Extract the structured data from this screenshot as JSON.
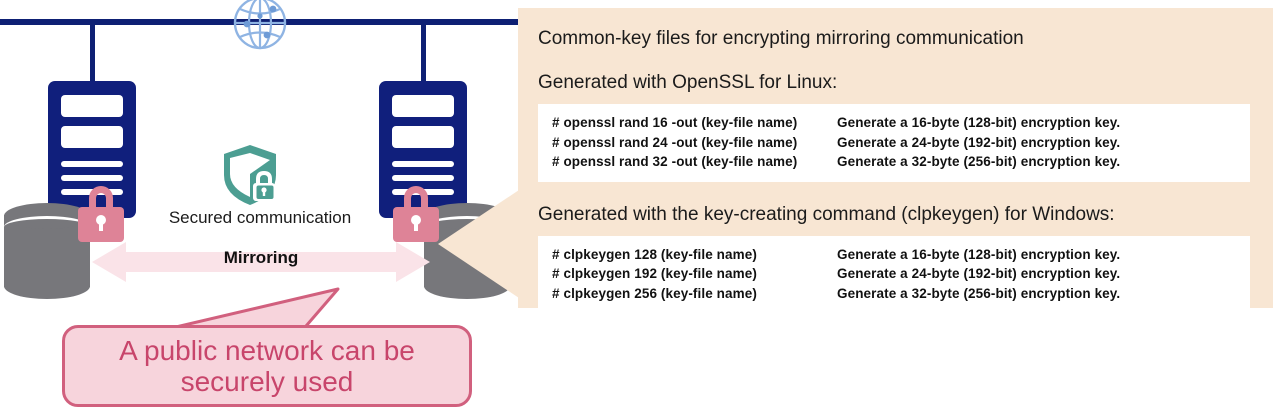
{
  "diagram": {
    "globe_icon": "globe-icon",
    "network_line": "network-backbone-line",
    "server_left": "server-node-primary",
    "server_right": "server-node-standby",
    "database_left": "database-cylinder-primary",
    "database_right": "database-cylinder-standby",
    "padlock_left": "padlock-icon",
    "padlock_right": "padlock-icon",
    "shield_icon": "shield-lock-icon",
    "secured_label": "Secured communication",
    "mirroring_label": "Mirroring",
    "callout_text": "A public network can be securely used"
  },
  "panel": {
    "title": "Common-key files for encrypting mirroring communication",
    "sections": [
      {
        "heading": "Generated with OpenSSL for Linux:",
        "rows": [
          {
            "command": "# openssl rand 16 -out (key-file name)",
            "description": "Generate a 16-byte (128-bit) encryption key."
          },
          {
            "command": "# openssl rand 24 -out (key-file name)",
            "description": "Generate a 24-byte (192-bit) encryption key."
          },
          {
            "command": "# openssl rand 32 -out (key-file name)",
            "description": "Generate a 32-byte (256-bit) encryption key."
          }
        ]
      },
      {
        "heading": "Generated with the key-creating command (clpkeygen) for Windows:",
        "rows": [
          {
            "command": "# clpkeygen 128 (key-file name)",
            "description": "Generate a 16-byte (128-bit) encryption key."
          },
          {
            "command": "# clpkeygen 192 (key-file name)",
            "description": "Generate a 24-byte (192-bit) encryption key."
          },
          {
            "command": "# clpkeygen 256 (key-file name)",
            "description": "Generate a 32-byte (256-bit) encryption key."
          }
        ]
      }
    ]
  },
  "colors": {
    "navy": "#101F7C",
    "panel_beige": "#F8E6D3",
    "code_white": "#FFFFFF",
    "pink_lock": "#DE8397",
    "pink_arrow": "#FAE3E8",
    "callout_fill": "#F7D4DC",
    "callout_border": "#D1607E",
    "callout_text": "#C8456B",
    "teal_shield": "#4C9E92",
    "gray_db": "#77777B",
    "globe_blue": "#8FB4E3"
  }
}
